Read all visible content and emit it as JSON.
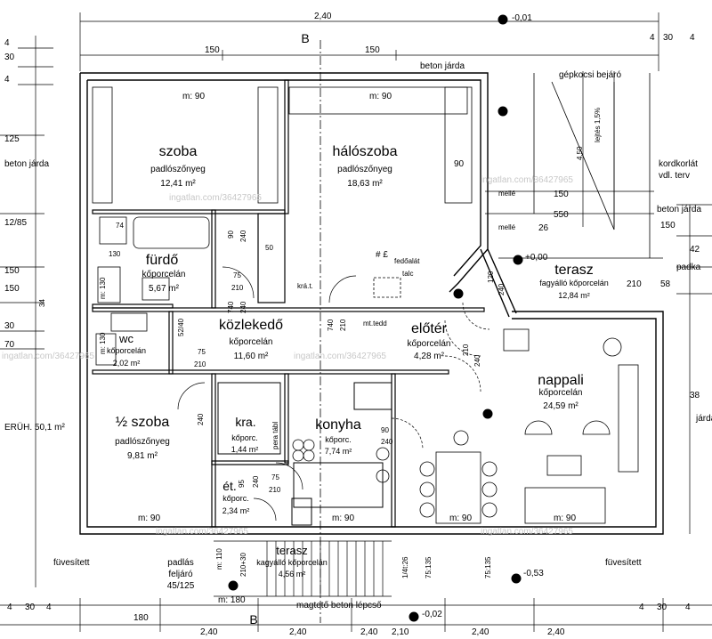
{
  "section_marks": {
    "top": "B",
    "bottom": "B"
  },
  "levels": {
    "top": "-0,01",
    "terrace": "+0,00",
    "right": "-0,53",
    "bottom": "-0,02"
  },
  "rooms": {
    "szoba": {
      "name": "szoba",
      "material": "padlószőnyeg",
      "area": "12,41 m²"
    },
    "haloszoba": {
      "name": "hálószoba",
      "material": "padlószőnyeg",
      "area": "18,63 m²"
    },
    "furdo": {
      "name": "fürdő",
      "material": "kőporcelán",
      "area": "5,67 m²"
    },
    "wc": {
      "name": "wc",
      "material": "kőporcelán",
      "area": "2,02 m²"
    },
    "kozlekedo": {
      "name": "közlekedő",
      "material": "kőporcelán",
      "area": "11,60 m²"
    },
    "eloter": {
      "name": "előtér",
      "material": "kőporcelán",
      "area": "4,28 m²"
    },
    "terasz_e": {
      "name": "terasz",
      "material": "fagyálló kőporcelán",
      "area": "12,84 m²"
    },
    "nappali": {
      "name": "nappali",
      "material": "kőporcelán",
      "area": "24,59 m²"
    },
    "felszoba": {
      "name": "½ szoba",
      "material": "padlószőnyeg",
      "area": "9,81 m²"
    },
    "kamra": {
      "name": "kra.",
      "material": "kőporc.",
      "area": "1,44 m²"
    },
    "konyha": {
      "name": "konyha",
      "material": "kőporc.",
      "area": "7,74 m²"
    },
    "etkezo": {
      "name": "ét.",
      "material": "kőporc.",
      "area": "2,34 m²"
    },
    "terasz_s": {
      "name": "terasz",
      "material": "kagyálló kőporcelán",
      "area": "4,56 m²"
    }
  },
  "labels": {
    "beton_jarda_top": "beton járda",
    "beton_jarda_left": "beton járda",
    "beton_jarda_right": "beton járda",
    "gepkocsi": "gépkocsi bejáró",
    "lejtes": "lejtés 1,5%",
    "kordkorlat": "kordkorlát",
    "vdl_terv": "vdl. terv",
    "melle1": "mellé",
    "melle2": "mellé",
    "padka": "padka",
    "jarda": "járda",
    "fuvesitett_l": "füvesített",
    "fuvesitett_r": "füvesített",
    "padlas": "padlás",
    "feljaro": "feljáró",
    "padlas_dim": "45/125",
    "magteto": "magtető beton lépcső",
    "fedoalat": "fedőalát",
    "talc": "talc",
    "krat": "krá.t.",
    "mttedd": "mt.tedd",
    "pera": "pera tábl",
    "hash": "# £",
    "eruh": "ERÜH. 50,1 m²"
  },
  "dims": {
    "top_2_40": "2,40",
    "top_150a": "150",
    "top_150b": "150",
    "m90_szoba": "m: 90",
    "m90_halo": "m: 90",
    "m90_felszoba": "m: 90",
    "m90_konyha": "m: 90",
    "m90_nappali": "m: 90",
    "m90_ter": "m: 90",
    "m180": "m: 180",
    "d90_right": "90",
    "d450": "4,50",
    "d150": "150",
    "d550": "550",
    "d26": "26",
    "d150r": "150",
    "d42": "42",
    "d58": "58",
    "d210r": "210",
    "d38": "38",
    "d120": "120",
    "d240a": "240",
    "d210b": "210",
    "d240b": "240",
    "left_125": "125",
    "left_12_85": "12/85",
    "left_150a": "150",
    "left_150b": "150",
    "left_30": "30",
    "left_70": "70",
    "left_34": "34",
    "l30": "30",
    "l4a": "4",
    "l4b": "4",
    "d74": "74",
    "d130": "130",
    "d75a": "75",
    "d210c": "210",
    "d90b": "90",
    "d240c": "240",
    "d50": "50",
    "d740a": "740",
    "d240d": "240",
    "d740b": "740",
    "d210d": "210",
    "d52_40": "52/40",
    "m130a": "m: 130",
    "m130b": "m: 130",
    "d75b": "75",
    "d210e": "210",
    "d240e": "240",
    "d90c": "90",
    "d240f": "240",
    "d95": "95",
    "d75c": "75",
    "d240g": "240",
    "d210f": "210",
    "d110": "m: 110",
    "d210_30": "210+30",
    "d126": "1/4t:26",
    "d75_135a": "75:135",
    "d75_135b": "75:135",
    "b_180": "180",
    "b_2_40a": "2,40",
    "b_2_40b": "2,40",
    "b_2_40c": "2,40",
    "b_2_10": "2,10",
    "b_2_40d": "2,40",
    "b_2_40e": "2,40",
    "b_4a": "4",
    "b_30a": "30",
    "b_4b": "4",
    "b_4c": "4",
    "b_30b": "30",
    "b_4d": "4",
    "t30": "30",
    "t4": "4",
    "d4": "4"
  },
  "watermarks": [
    "ingatlan.com/36427965",
    "ingatlan.com/36427965",
    "ingatlan.com/36427965",
    "ingatlan.com/36427965",
    "ingatlan.com/36427965",
    "ingatlan.com/36427965"
  ]
}
